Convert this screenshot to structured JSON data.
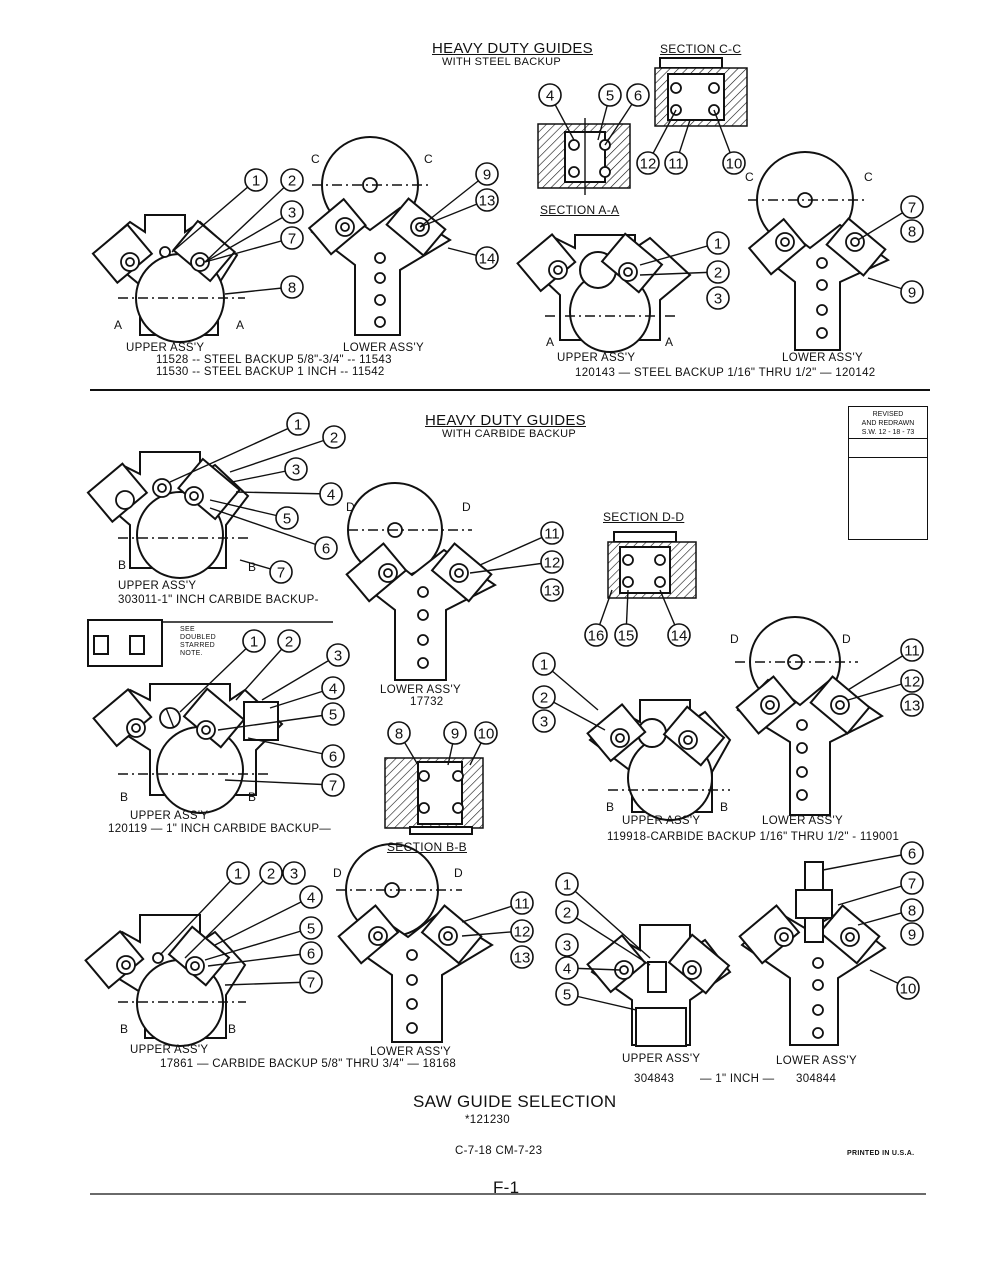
{
  "top": {
    "title": "HEAVY DUTY GUIDES",
    "subtitle": "WITH STEEL BACKUP",
    "section_cc": "SECTION C-C",
    "section_aa": "SECTION A-A",
    "left_upper": "UPPER ASS'Y",
    "left_lower": "LOWER ASS'Y",
    "left_line1": "11528 -- STEEL BACKUP 5/8\"-3/4\" -- 11543",
    "left_line2": "11530 -- STEEL BACKUP 1 INCH -- 11542",
    "right_upper": "UPPER ASS'Y",
    "right_lower": "LOWER ASS'Y",
    "right_line": "120143 — STEEL BACKUP 1/16\" THRU 1/2\" — 120142",
    "letter_a": "A",
    "letter_c": "C"
  },
  "middle": {
    "title": "HEAVY DUTY GUIDES",
    "subtitle": "WITH CARBIDE BACKUP",
    "revised_line1": "REVISED",
    "revised_line2": "AND REDRAWN",
    "revised_date": "S.W. 12 - 18 - 73",
    "upper1_label": "UPPER ASS'Y",
    "upper1_part": "303011-1\" INCH CARBIDE BACKUP-",
    "lower1_label": "LOWER ASS'Y",
    "lower1_part": "17732",
    "section_dd": "SECTION D-D",
    "note": "SEE DOUBLED STARRED NOTE.",
    "upper2_label": "UPPER ASS'Y",
    "upper2_part": "120119 — 1\" INCH CARBIDE BACKUP—",
    "section_bb": "SECTION B-B",
    "right_upper": "UPPER ASS'Y",
    "right_lower": "LOWER ASS'Y",
    "right_line": "119918-CARBIDE BACKUP 1/16\" THRU 1/2\" - 119001",
    "letter_b": "B",
    "letter_d": "D"
  },
  "bottom": {
    "left_upper": "UPPER ASS'Y",
    "left_lower": "LOWER ASS'Y",
    "left_line": "17861 — CARBIDE BACKUP 5/8\" THRU 3/4\" — 18168",
    "right_upper": "UPPER ASS'Y",
    "right_lower": "LOWER ASS'Y",
    "right_line_left": "304843",
    "right_line_mid": "— 1\" INCH —",
    "right_line_right": "304844"
  },
  "footer": {
    "title": "SAW GUIDE SELECTION",
    "number": "*121230",
    "codes": "C-7-18   CM-7-23",
    "printed": "PRINTED IN U.S.A.",
    "page": "F-1"
  },
  "callouts": {
    "c1": "1",
    "c2": "2",
    "c3": "3",
    "c4": "4",
    "c5": "5",
    "c6": "6",
    "c7": "7",
    "c8": "8",
    "c9": "9",
    "c10": "10",
    "c11": "11",
    "c12": "12",
    "c13": "13",
    "c14": "14",
    "c15": "15",
    "c16": "16"
  }
}
